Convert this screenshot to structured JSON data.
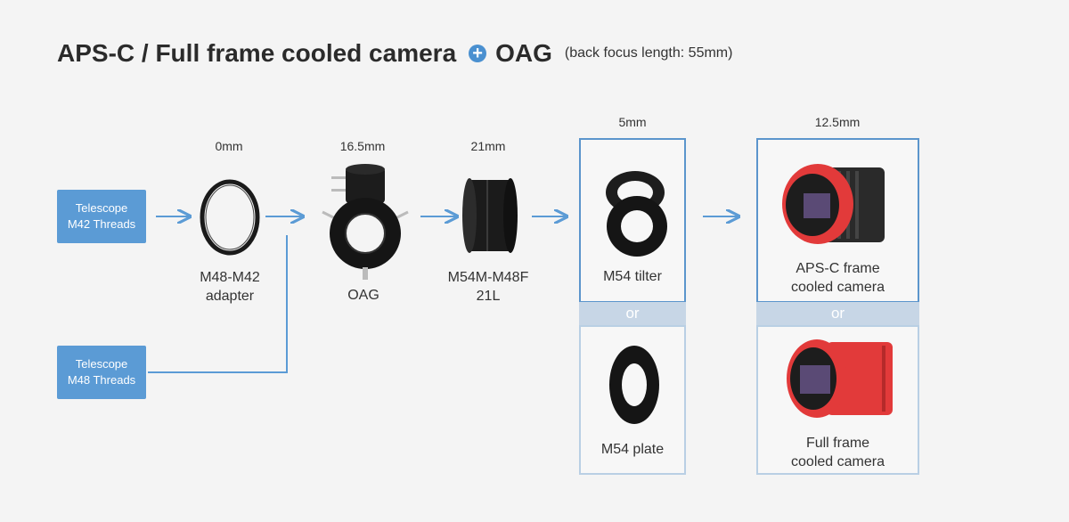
{
  "title": {
    "main": "APS-C / Full frame cooled camera",
    "second": "OAG",
    "subtitle": "(back focus length: 55mm)"
  },
  "inputs": [
    {
      "line1": "Telescope",
      "line2": "M42 Threads"
    },
    {
      "line1": "Telescope",
      "line2": "M48 Threads"
    }
  ],
  "components": {
    "adapter": {
      "dim": "0mm",
      "label1": "M48-M42",
      "label2": "adapter"
    },
    "oag": {
      "dim": "16.5mm",
      "label1": "OAG"
    },
    "extension": {
      "dim": "21mm",
      "label1": "M54M-M48F",
      "label2": "21L"
    },
    "tilter": {
      "dim": "5mm",
      "label1": "M54 tilter",
      "alt_label": "M54 plate"
    },
    "camera": {
      "dim": "12.5mm",
      "label1": "APS-C frame",
      "label2": "cooled camera",
      "alt_label1": "Full frame",
      "alt_label2": "cooled camera"
    }
  },
  "or_text": "or",
  "colors": {
    "accent": "#5b9bd5",
    "camera_red": "#e23a3a",
    "arrow": "#5b9bd5"
  }
}
